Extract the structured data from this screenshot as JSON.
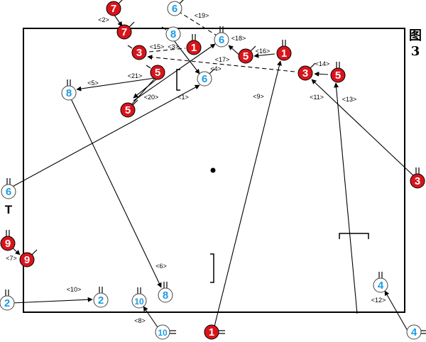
{
  "figure": {
    "char": "图",
    "number": "3"
  },
  "colors": {
    "red": "#d9141b",
    "blue": "#1b9ce2",
    "ink": "#000000",
    "field_bg": "#ffffff"
  },
  "red_players": [
    {
      "id": "r7a",
      "num": "7"
    },
    {
      "id": "r7b",
      "num": "7"
    },
    {
      "id": "r1a",
      "num": "1"
    },
    {
      "id": "r3a",
      "num": "3"
    },
    {
      "id": "r5a",
      "num": "5"
    },
    {
      "id": "r1b",
      "num": "1"
    },
    {
      "id": "r3b",
      "num": "3"
    },
    {
      "id": "r5b",
      "num": "5"
    },
    {
      "id": "r5c",
      "num": "5"
    },
    {
      "id": "r5d",
      "num": "5"
    },
    {
      "id": "r3c",
      "num": "3"
    },
    {
      "id": "r9a",
      "num": "9"
    },
    {
      "id": "r9b",
      "num": "9"
    },
    {
      "id": "r1c",
      "num": "1"
    }
  ],
  "blue_players": [
    {
      "id": "b6a",
      "num": "6"
    },
    {
      "id": "b8a",
      "num": "8"
    },
    {
      "id": "b6b",
      "num": "6"
    },
    {
      "id": "b8b",
      "num": "8"
    },
    {
      "id": "b6c",
      "num": "6"
    },
    {
      "id": "b6d",
      "num": "6"
    },
    {
      "id": "b2a",
      "num": "2"
    },
    {
      "id": "b2b",
      "num": "2"
    },
    {
      "id": "b10a",
      "num": "10"
    },
    {
      "id": "b8c",
      "num": "8"
    },
    {
      "id": "b10b",
      "num": "10"
    },
    {
      "id": "b4a",
      "num": "4"
    },
    {
      "id": "b4b",
      "num": "4"
    }
  ],
  "labels": [
    {
      "id": "l1",
      "text": "<1>"
    },
    {
      "id": "l2",
      "text": "<2>"
    },
    {
      "id": "l3",
      "text": "<3>"
    },
    {
      "id": "l4",
      "text": "<4>"
    },
    {
      "id": "l5",
      "text": "<5>"
    },
    {
      "id": "l6",
      "text": "<6>"
    },
    {
      "id": "l7",
      "text": "<7>"
    },
    {
      "id": "l8",
      "text": "<8>"
    },
    {
      "id": "l9",
      "text": "<9>"
    },
    {
      "id": "l10",
      "text": "<10>"
    },
    {
      "id": "l11",
      "text": "<11>"
    },
    {
      "id": "l12",
      "text": "<12>"
    },
    {
      "id": "l13",
      "text": "<13>"
    },
    {
      "id": "l14",
      "text": "<14>"
    },
    {
      "id": "l15",
      "text": "<15>"
    },
    {
      "id": "l16",
      "text": "<16>"
    },
    {
      "id": "l17",
      "text": "<17>"
    },
    {
      "id": "l18",
      "text": "<18>"
    },
    {
      "id": "l19",
      "text": "<19>"
    },
    {
      "id": "l20",
      "text": "<20>"
    },
    {
      "id": "l21",
      "text": "<21>"
    }
  ],
  "coach_symbol": "T"
}
